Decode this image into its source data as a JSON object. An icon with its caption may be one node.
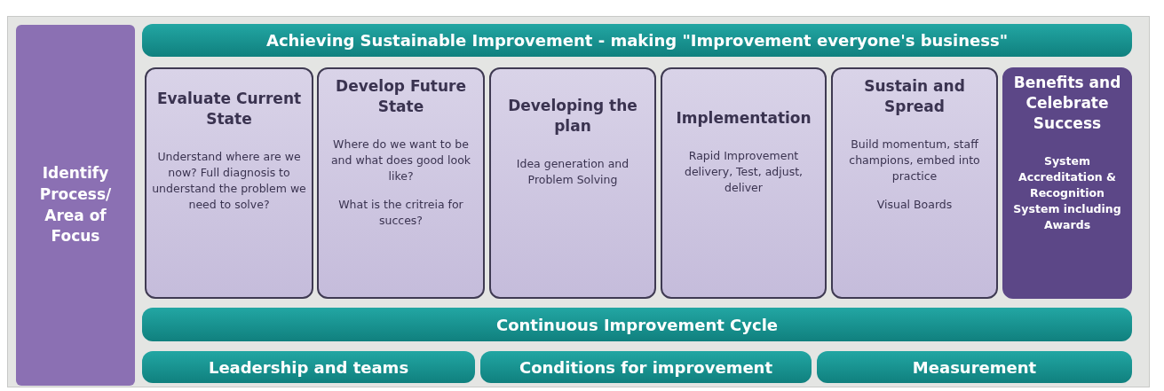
{
  "diagram": {
    "nodes": [
      {
        "text": [
          "Identify Process/ Area of Focus"
        ]
      },
      {
        "text": [
          "Achieving Sustainable Improvement  - making \"Improvement everyone's business\""
        ]
      },
      {
        "text": [
          "Evaluate Current State",
          "Understand where are we now? Full diagnosis to understand the problem we need to solve?"
        ]
      },
      {
        "text": [
          "Develop Future State",
          "Where do we want to be and what does good look like?",
          "What is the critreia for succes?"
        ]
      },
      {
        "text": [
          "Developing the plan",
          "Idea generation and Problem Solving"
        ]
      },
      {
        "text": [
          "Implementation",
          "Rapid Improvement delivery, Test, adjust, deliver"
        ]
      },
      {
        "text": [
          "Sustain and Spread",
          "Build momentum, staff champions, embed into practice",
          "Visual Boards"
        ]
      },
      {
        "text": [
          "Benefits and Celebrate Success",
          "System Accreditation  & Recognition System including Awards"
        ]
      },
      {
        "text": [
          "Continuous Improvement Cycle"
        ]
      },
      {
        "text": [
          "Leadership and teams"
        ]
      },
      {
        "text": [
          "Conditions for improvement"
        ]
      },
      {
        "text": [
          "Measurement"
        ]
      }
    ],
    "edges": []
  }
}
